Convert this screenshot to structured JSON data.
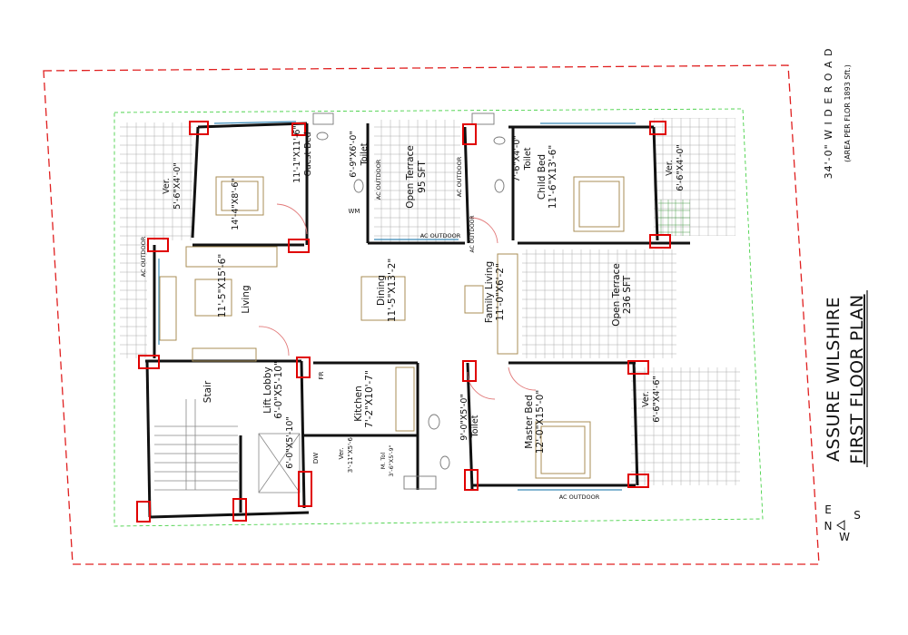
{
  "project": {
    "name": "ASSURE WILSHIRE",
    "plan_title": "FIRST FLOOR PLAN",
    "road": "34'-0\" W I D E  R O A D",
    "area_note": "(AREA PER FLOR 1893 Sft.)"
  },
  "compass": {
    "e": "E",
    "n": "N",
    "s": "S",
    "w": "W"
  },
  "rooms": {
    "ver_nw": {
      "name": "Ver.",
      "dims": "5'-6\"X4'-0\""
    },
    "bed1": {
      "dims": "14'-4\"X8'-6\""
    },
    "guest_bed": {
      "name": "Guest Bed",
      "dims": "11'-1\"X11'-6\""
    },
    "guest_toilet": {
      "name": "Toilet",
      "dims": "6'-9\"X6'-0\""
    },
    "open_terrace_1": {
      "name": "Open Terrace",
      "area": "95 SFT"
    },
    "child_toilet": {
      "name": "Toilet",
      "dims": "7'-6\"X4'-0\""
    },
    "child_bed": {
      "name": "Child Bed",
      "dims": "11'-6\"X13'-6\""
    },
    "ver_ne": {
      "name": "Ver.",
      "dims": "6'-6\"X4'-0\""
    },
    "living": {
      "name": "Living",
      "dims": "11'-5\"X15'-6\""
    },
    "dining": {
      "name": "Dining",
      "dims": "11'-5\"X13'-2\""
    },
    "family_living": {
      "name": "Family Living",
      "dims": "11'-0\"X6'-2\""
    },
    "open_terrace_2": {
      "name": "Open Terrace",
      "area": "236 SFT"
    },
    "stair": {
      "name": "Stair"
    },
    "lift_lobby": {
      "name": "Lift Lobby",
      "dims": "6'-0\"X5'-10\""
    },
    "lift": {
      "dims": "6'-0\"X5'-10\""
    },
    "kitchen": {
      "name": "Kitchen",
      "dims": "7'-2\"X10'-7\""
    },
    "ver_kitchen": {
      "name": "Ver.",
      "dims": "3'-11\"X5'-6\""
    },
    "small_toilet": {
      "name": "M. Tol",
      "dims": "3'-6\"X5'-9\""
    },
    "master_toilet": {
      "name": "Toilet",
      "dims": "9'-0\"X5'-0\""
    },
    "master_bed": {
      "name": "Master Bed",
      "dims": "12'-0\"X15'-0\""
    },
    "ver_se": {
      "name": "Ver.",
      "dims": "6'-6\"X4'-6\""
    }
  },
  "tags": {
    "ac_outdoor": "AC OUTDOOR",
    "ac_outdoor_2": "AC OUTDOOR",
    "ac_outdoor_3": "AC OUTDOOR",
    "ac_outdoor_4": "AC OUTDOOR",
    "ac_outdoor_5": "AC OUTDOOR",
    "ac_outdoor_6": "AC OUTDOOR",
    "wm": "WM",
    "dw": "DW",
    "fr": "FR"
  }
}
